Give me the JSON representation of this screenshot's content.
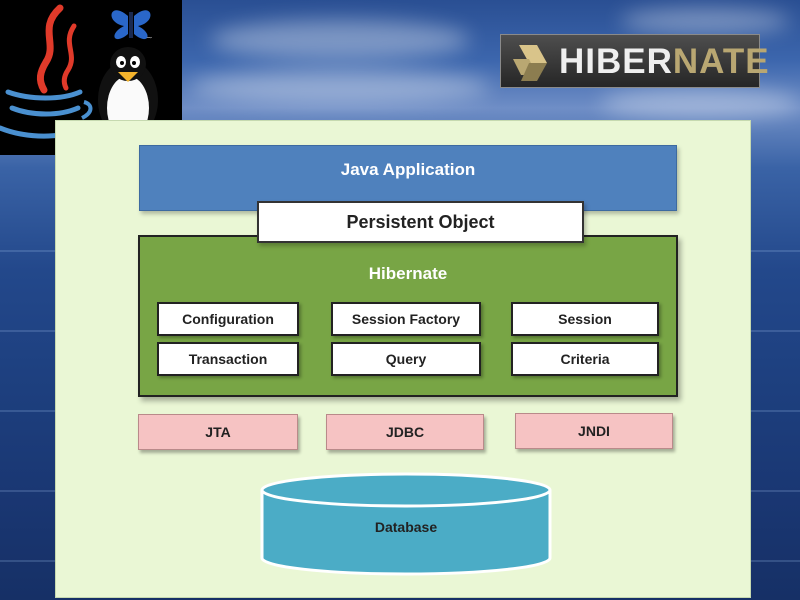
{
  "branding": {
    "hibernate_logo_part1": "HIBER",
    "hibernate_logo_part2": "NATE"
  },
  "diagram": {
    "application_label": "Java Application",
    "persistent_object_label": "Persistent Object",
    "framework_title": "Hibernate",
    "components": [
      "Configuration",
      "Session Factory",
      "Session",
      "Transaction",
      "Query",
      "Criteria"
    ],
    "apis": [
      "JTA",
      "JDBC",
      "JNDI"
    ],
    "database_label": "Database"
  },
  "colors": {
    "application": "#4f81bd",
    "framework": "#78a545",
    "api": "#f6c3c3",
    "database": "#4bacc6",
    "panel": "#eaf7d5"
  }
}
